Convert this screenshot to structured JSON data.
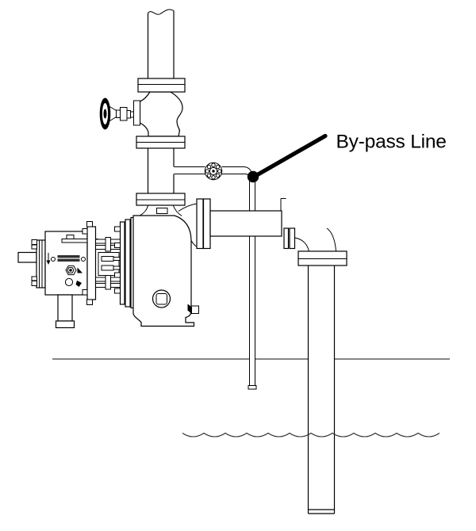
{
  "figure": {
    "annotation": {
      "label": "By-pass Line"
    },
    "colors": {
      "line": "#000000",
      "background": "#ffffff",
      "ground": "#3c3c3c",
      "water": "#2b2b2b"
    },
    "icons": {
      "gate_valve_handwheel": "edge-on-wheel",
      "bypass_valve": "globe-valve-axial-view",
      "leader_dot": "filled-circle"
    }
  }
}
